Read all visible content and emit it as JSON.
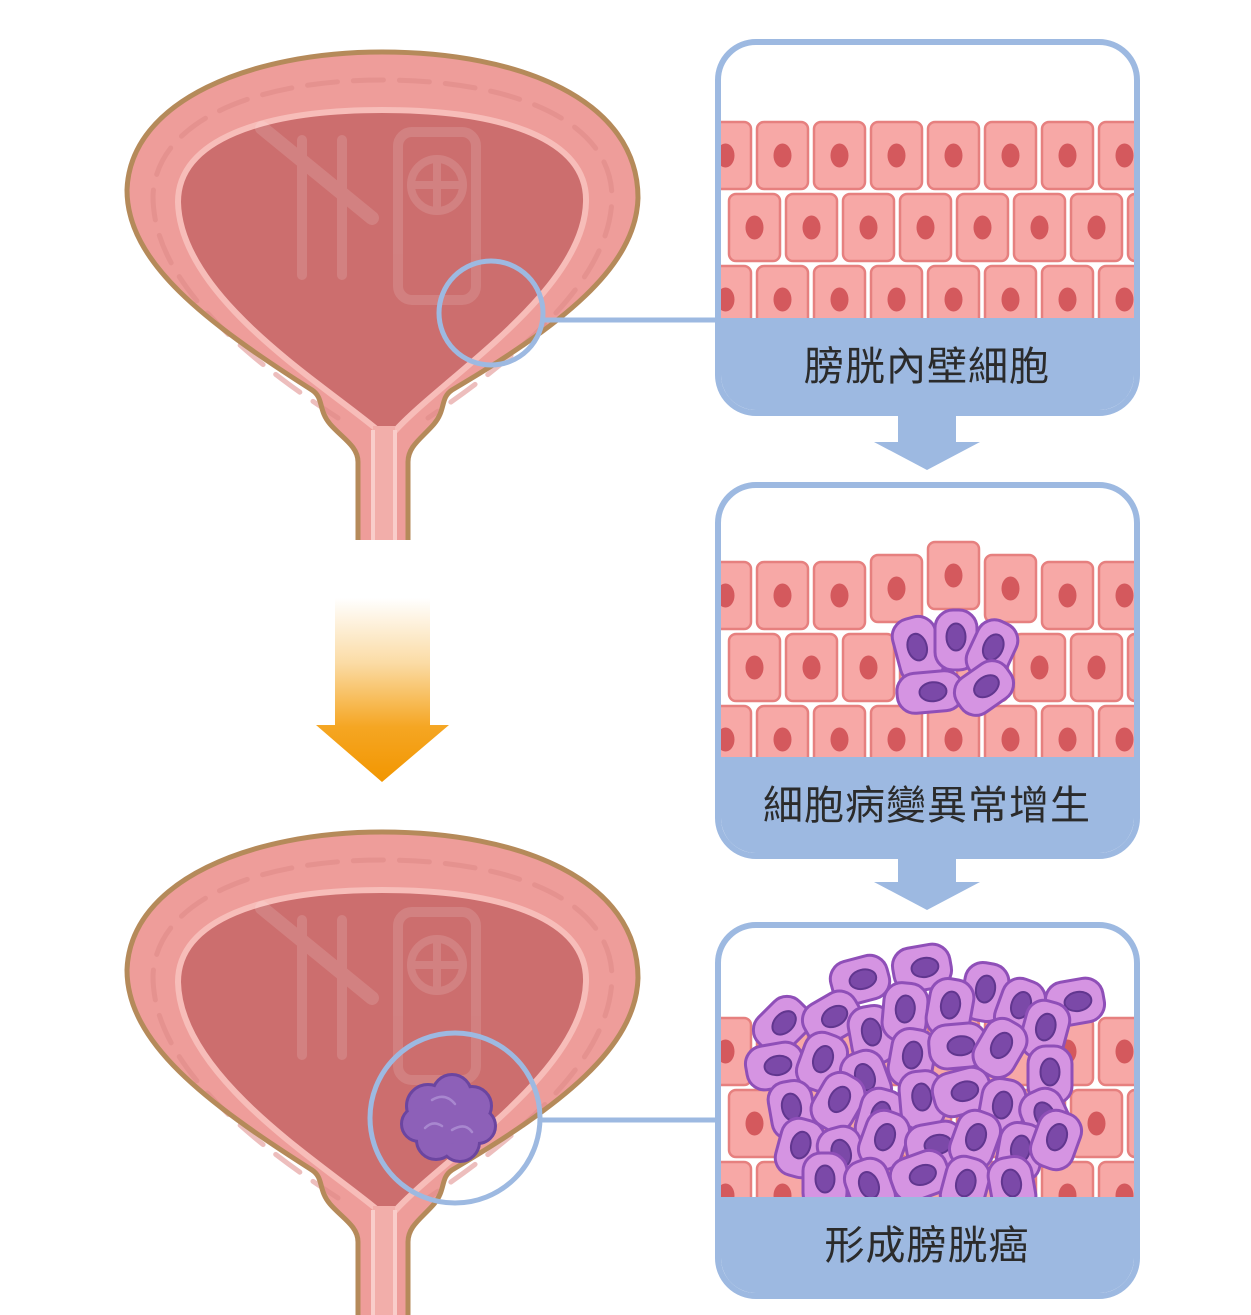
{
  "panels": [
    {
      "label": "膀胱內壁細胞"
    },
    {
      "label": "細胞病變異常增生"
    },
    {
      "label": "形成膀胱癌"
    }
  ],
  "colors": {
    "accent_blue": "#9db9e1",
    "bladder_wall": "#ee9d9a",
    "bladder_cavity": "#cc6e6e",
    "bladder_outline": "#b58a5a",
    "normal_cell": "#f7a8a6",
    "abnormal_cell": "#d594e2",
    "tumor": "#8d60b8",
    "progress_arrow": "#f29600"
  }
}
